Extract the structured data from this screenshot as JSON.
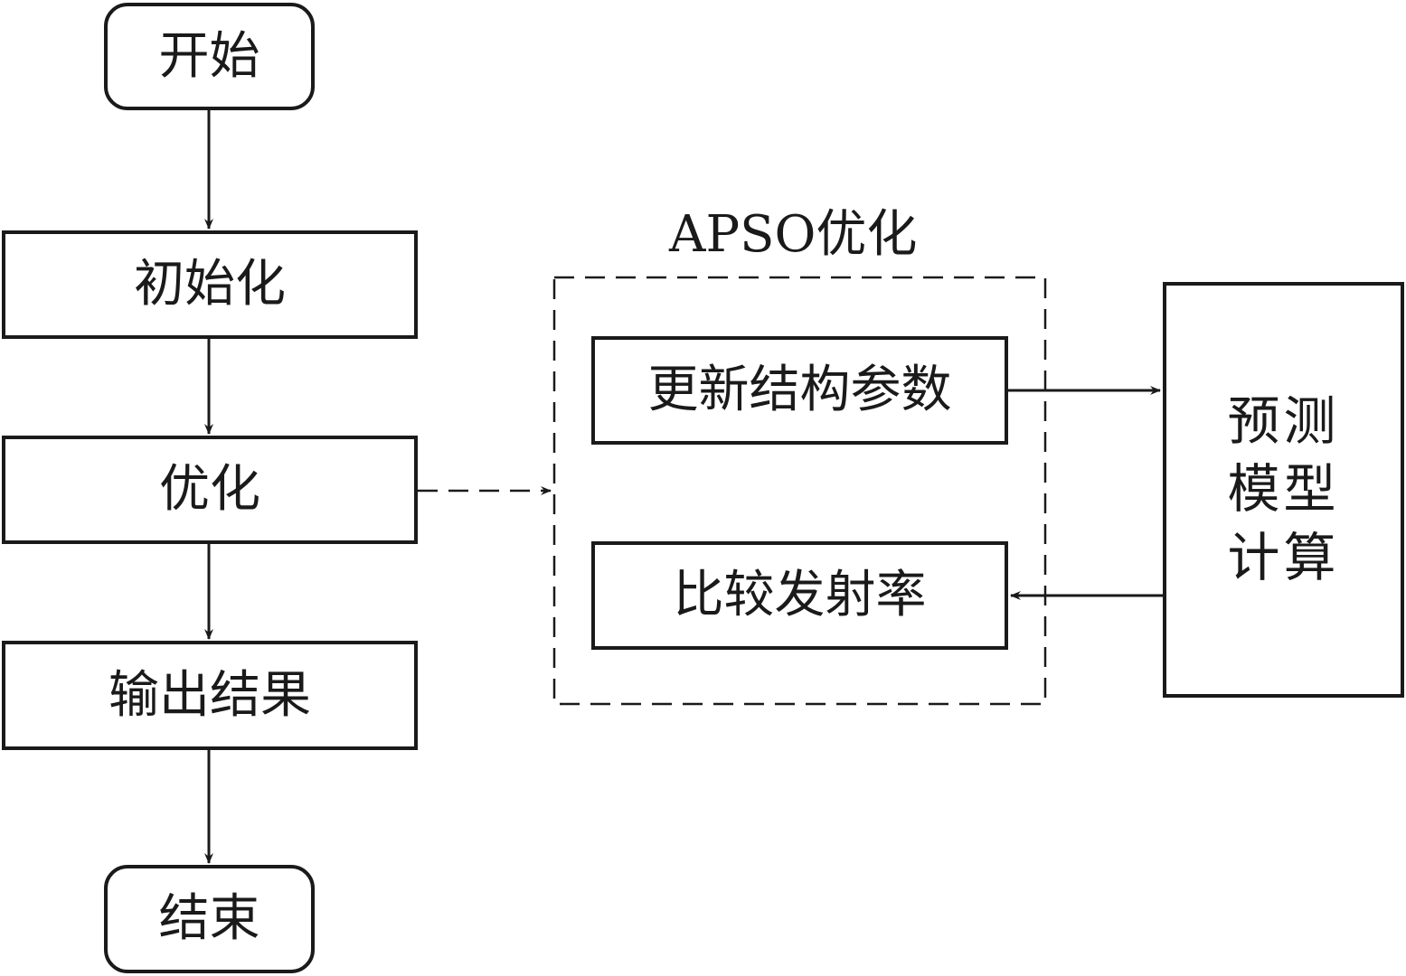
{
  "diagram": {
    "flow": {
      "start": "开始",
      "init": "初始化",
      "optimize": "优化",
      "output": "输出结果",
      "end": "结束"
    },
    "apso_group": {
      "title": "APSO优化",
      "update": "更新结构参数",
      "compare": "比较发射率"
    },
    "prediction": {
      "lines": [
        "预测",
        "模型",
        "计算"
      ]
    }
  }
}
